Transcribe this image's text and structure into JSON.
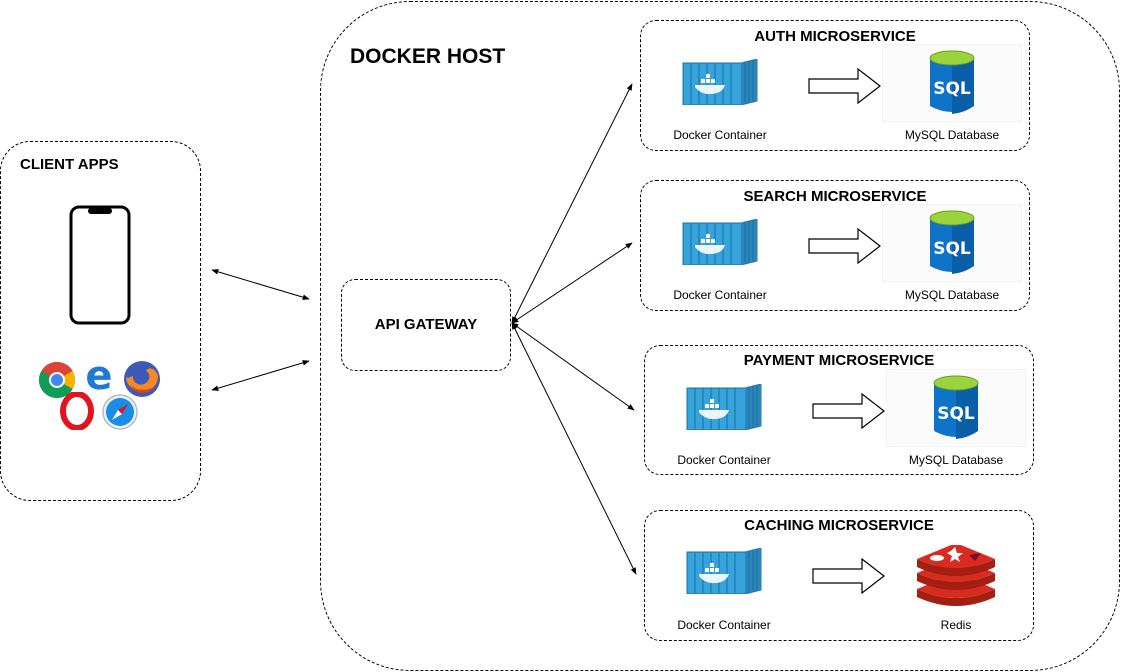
{
  "client_apps": {
    "title": "CLIENT APPS",
    "icons": [
      "smartphone-icon",
      "chrome-icon",
      "edge-icon",
      "firefox-icon",
      "opera-icon",
      "safari-icon"
    ]
  },
  "docker_host": {
    "title": "DOCKER HOST"
  },
  "api_gateway": {
    "label": "API GATEWAY"
  },
  "services": [
    {
      "title": "AUTH MICROSERVICE",
      "container_label": "Docker Container",
      "store_label": "MySQL Database",
      "store_icon": "mysql-database-icon"
    },
    {
      "title": "SEARCH MICROSERVICE",
      "container_label": "Docker Container",
      "store_label": "MySQL Database",
      "store_icon": "mysql-database-icon"
    },
    {
      "title": "PAYMENT MICROSERVICE",
      "container_label": "Docker Container",
      "store_label": "MySQL Database",
      "store_icon": "mysql-database-icon"
    },
    {
      "title": "CACHING MICROSERVICE",
      "container_label": "Docker Container",
      "store_label": "Redis",
      "store_icon": "redis-icon"
    }
  ],
  "sql_icon_text": "SQL",
  "colors": {
    "docker_blue": "#3aa0d8",
    "sql_blue": "#0f73c7",
    "sql_green": "#9bd33e",
    "redis_red": "#c8291f"
  }
}
